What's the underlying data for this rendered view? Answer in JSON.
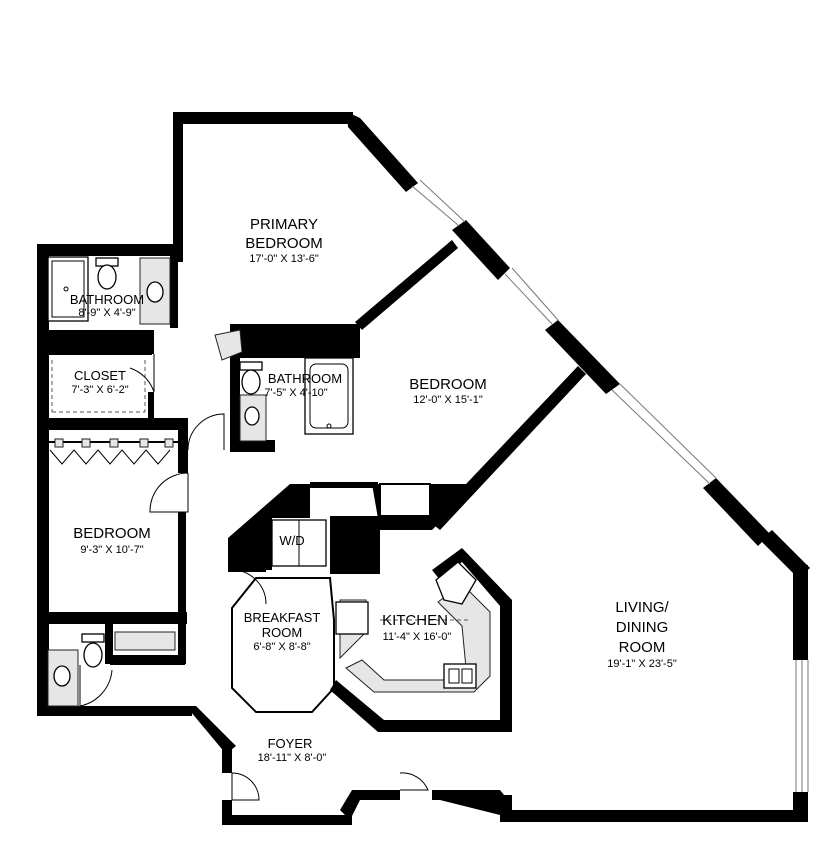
{
  "rooms": {
    "primary_bedroom": {
      "line1": "PRIMARY",
      "line2": "BEDROOM",
      "dim": "17'-0\" X 13'-6\""
    },
    "bathroom_1": {
      "name": "BATHROOM",
      "dim": "8'-9\" X 4'-9\""
    },
    "closet": {
      "name": "CLOSET",
      "dim": "7'-3\" X 6'-2\""
    },
    "bathroom_2": {
      "name": "BATHROOM",
      "dim": "7'-5\" X 4'-10\""
    },
    "bedroom_2": {
      "name": "BEDROOM",
      "dim": "12'-0\" X 15'-1\""
    },
    "bedroom_3": {
      "name": "BEDROOM",
      "dim": "9'-3\" X 10'-7\""
    },
    "wd": {
      "name": "W/D"
    },
    "kitchen": {
      "name": "KITCHEN",
      "dim": "11'-4\" X 16'-0\""
    },
    "breakfast_room": {
      "line1": "BREAKFAST",
      "line2": "ROOM",
      "dim": "6'-8\" X 8'-8\""
    },
    "living_dining": {
      "line1": "LIVING/",
      "line2": "DINING",
      "line3": "ROOM",
      "dim": "19'-1\" X 23'-5\""
    },
    "foyer": {
      "name": "FOYER",
      "dim": "18'-11\" X 8'-0\""
    }
  }
}
